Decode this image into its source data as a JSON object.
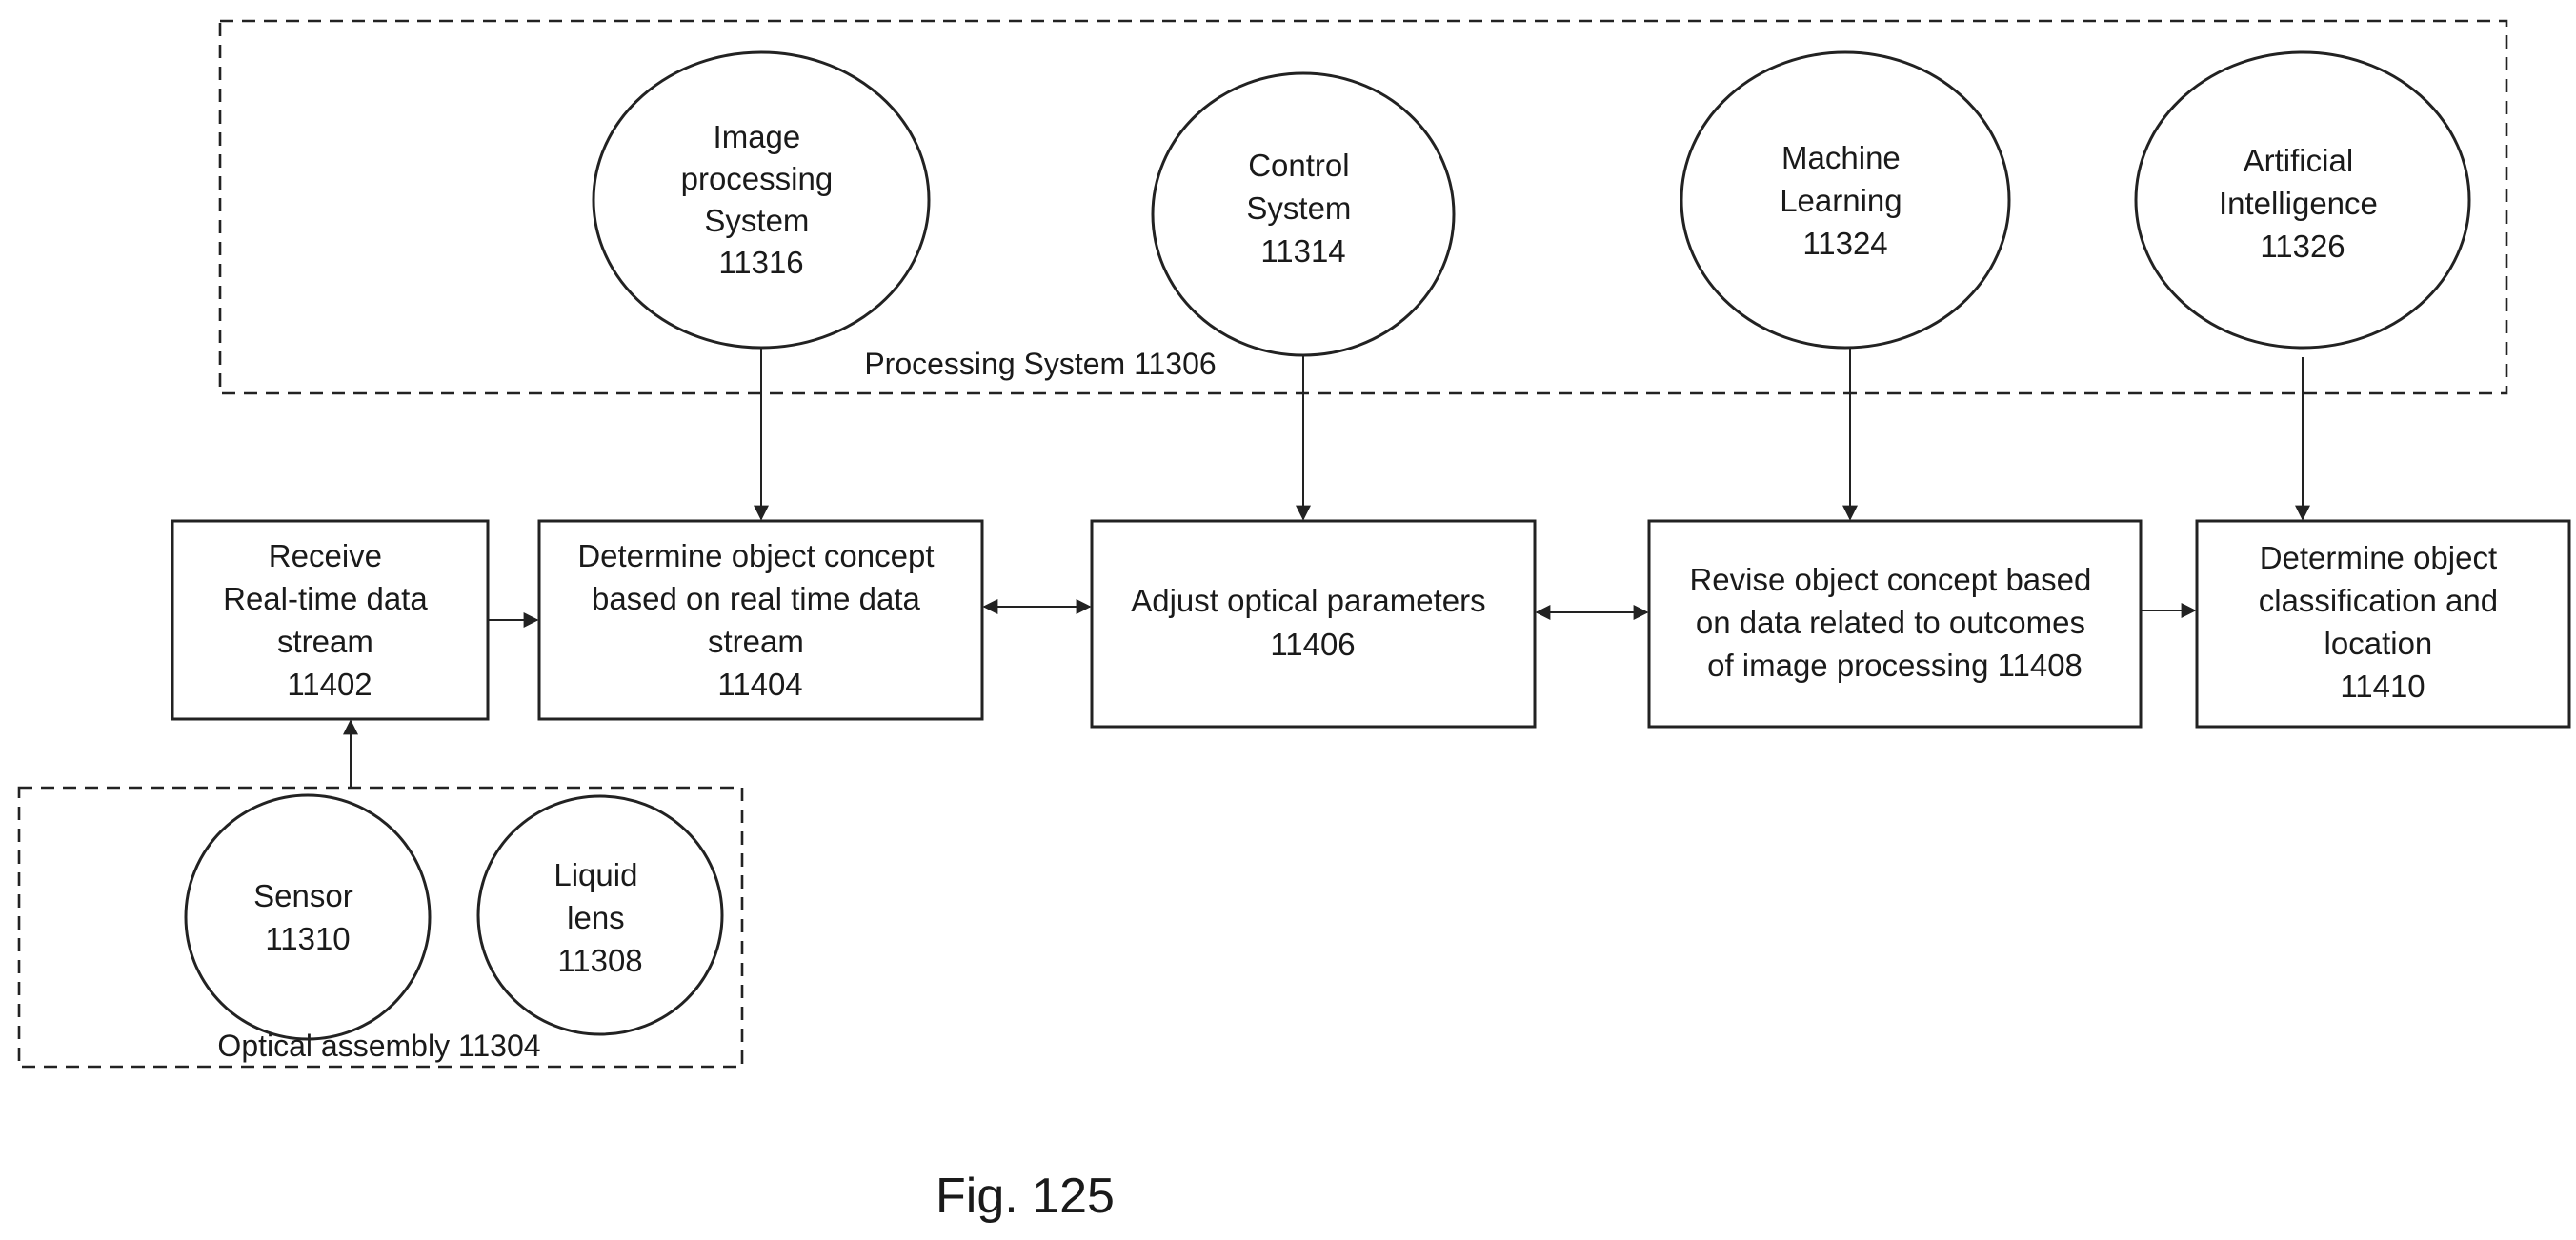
{
  "processing_system": {
    "label": "Processing System 11306",
    "nodes": {
      "image_processing": [
        "Image",
        "processing",
        "System",
        "11316"
      ],
      "control": [
        "Control",
        "System",
        "11314"
      ],
      "machine_learning": [
        "Machine",
        "Learning",
        "11324"
      ],
      "ai": [
        "Artificial",
        "Intelligence",
        "11326"
      ]
    }
  },
  "steps": {
    "receive": [
      "Receive",
      "Real-time data",
      "stream",
      "11402"
    ],
    "determine_concept": [
      "Determine object concept",
      "based on real time data",
      "stream",
      "11404"
    ],
    "adjust": [
      "Adjust optical parameters",
      "11406"
    ],
    "revise": [
      "Revise object concept based",
      "on data related to outcomes",
      "of image processing 11408"
    ],
    "classify": [
      "Determine object",
      "classification and",
      "location",
      "11410"
    ]
  },
  "optical_assembly": {
    "label": "Optical assembly 11304",
    "nodes": {
      "sensor": [
        "Sensor",
        "11310"
      ],
      "liquid_lens": [
        "Liquid",
        "lens",
        "11308"
      ]
    }
  },
  "figure_label": "Fig. 125"
}
